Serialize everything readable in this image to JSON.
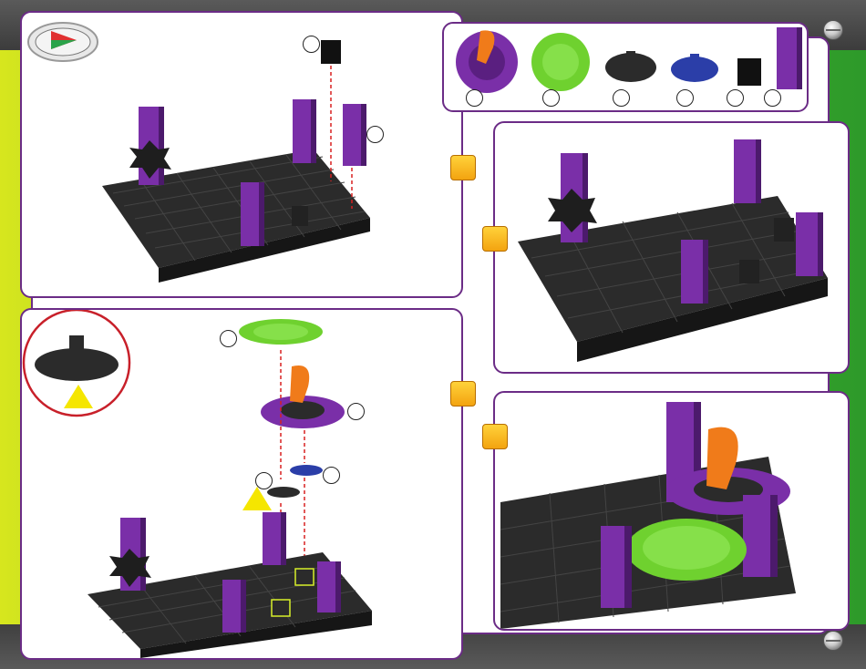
{
  "steps": {
    "badges": [
      "",
      "",
      "",
      ""
    ]
  },
  "parts_row": [
    "purple-gear-with-orange-crank",
    "green-gear",
    "black-spinner-disc",
    "blue-spinner-disc",
    "black-connector-block",
    "purple-pillar"
  ],
  "colors": {
    "frame_border": "#6b2c86",
    "purple": "#7a2fa8",
    "green": "#6fd12f",
    "orange": "#f07b1a",
    "blue": "#2b3ea8",
    "black_base": "#2b2b2b",
    "badge": "#f3a310",
    "warning": "#f5e600",
    "red_circle": "#c8202a"
  }
}
